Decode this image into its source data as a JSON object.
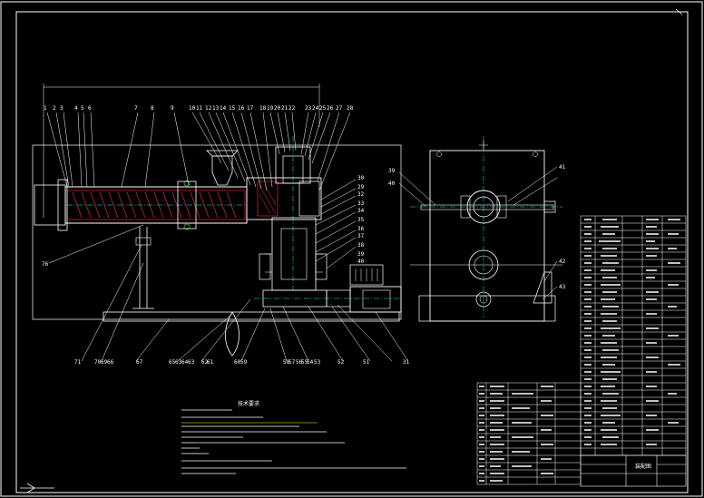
{
  "drawing": {
    "top_labels": [
      "1",
      "2",
      "3",
      "4",
      "5",
      "6",
      "7",
      "8",
      "9",
      "10",
      "11",
      "12",
      "13",
      "14",
      "15",
      "16",
      "17",
      "18",
      "19",
      "20",
      "21",
      "22",
      "23",
      "24",
      "25",
      "26",
      "27",
      "28"
    ],
    "left_labels": [
      "76"
    ],
    "bottom_labels": [
      "71",
      "70",
      "69",
      "66",
      "67",
      "65",
      "63",
      "64",
      "63",
      "62",
      "61",
      "60",
      "59",
      "58",
      "57",
      "56",
      "55",
      "54",
      "53",
      "52",
      "51",
      "31"
    ],
    "right_column_labels": [
      "30",
      "29",
      "32",
      "33",
      "34",
      "35",
      "36",
      "37",
      "38",
      "39",
      "40"
    ],
    "side_view_labels": [
      "39",
      "40",
      "41",
      "42",
      "43"
    ],
    "notes_title": "技术要求",
    "title_block_text": "装配图"
  },
  "colors": {
    "background": "#000000",
    "lines": "#ffffff",
    "accent_yellow": "#ffff00",
    "accent_cyan": "#00ffff",
    "accent_red": "#ff3030",
    "accent_green": "#30ff30"
  }
}
